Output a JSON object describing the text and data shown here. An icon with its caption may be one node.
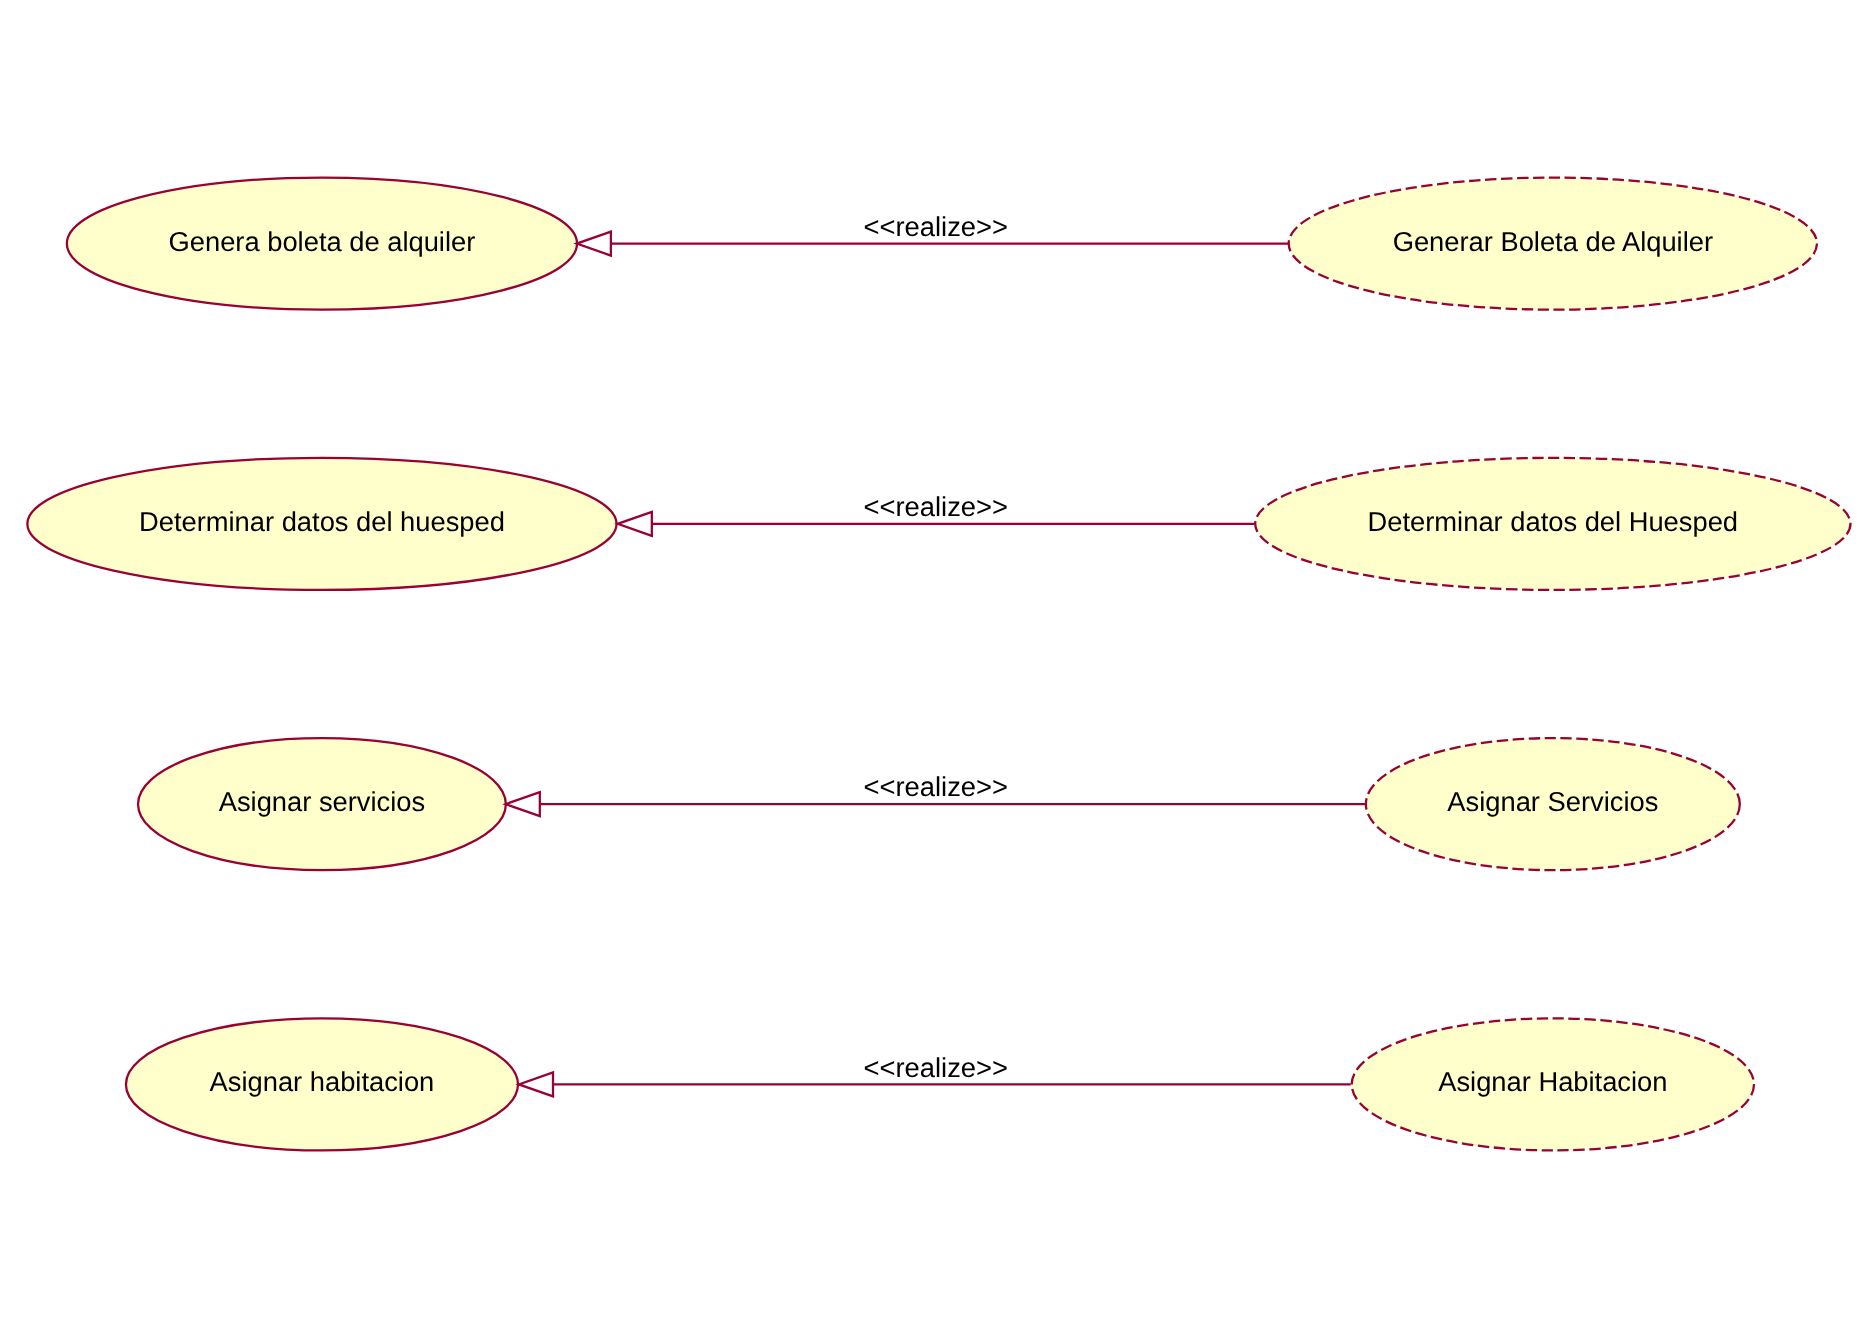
{
  "diagram": {
    "nodes": [
      {
        "text": [
          "Asignar habitacion"
        ]
      },
      {
        "text": [
          "Asignar Habitacion"
        ]
      },
      {
        "text": [
          "Asignar servicios"
        ]
      },
      {
        "text": [
          "Asignar Servicios"
        ]
      },
      {
        "text": [
          "Determinar datos del huesped"
        ]
      },
      {
        "text": [
          "Determinar datos del Huesped"
        ]
      },
      {
        "text": [
          "Genera boleta de alquiler"
        ]
      },
      {
        "text": [
          "Generar Boleta de Alquiler"
        ]
      }
    ],
    "edges": [
      {
        "from": 1,
        "to": 0,
        "arrow": "to",
        "label": "<<realize>>"
      },
      {
        "from": 3,
        "to": 2,
        "arrow": "to",
        "label": "<<realize>>"
      },
      {
        "from": 5,
        "to": 4,
        "arrow": "to",
        "label": "<<realize>>"
      },
      {
        "from": 7,
        "to": 6,
        "arrow": "to",
        "label": "<<realize>>"
      }
    ]
  }
}
